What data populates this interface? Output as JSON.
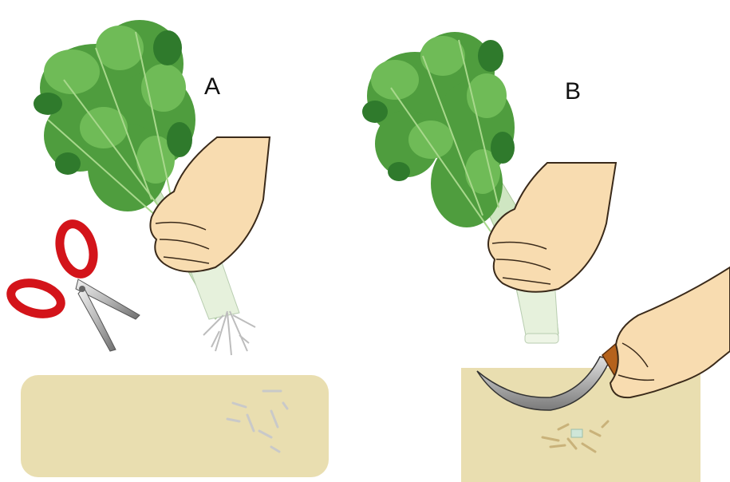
{
  "panels": [
    {
      "label": "A",
      "tool": "scissors"
    },
    {
      "label": "B",
      "tool": "sickle"
    }
  ],
  "colors": {
    "leaf_dark": "#3f8f3a",
    "leaf_mid": "#5fae4c",
    "leaf_light": "#8ccd6a",
    "stem": "#d9ead0",
    "skin": "#f8dcb0",
    "skin_outline": "#3a2a1a",
    "board": "#e9deb0",
    "scissor_handle": "#d3141a",
    "blade": "#9a9a9a",
    "sickle_handle": "#b5621c",
    "roots": "#c8c8c8"
  },
  "icons": [
    "vegetable-bunch",
    "hand",
    "scissors-icon",
    "sickle-icon",
    "cutting-board",
    "root-scraps"
  ]
}
